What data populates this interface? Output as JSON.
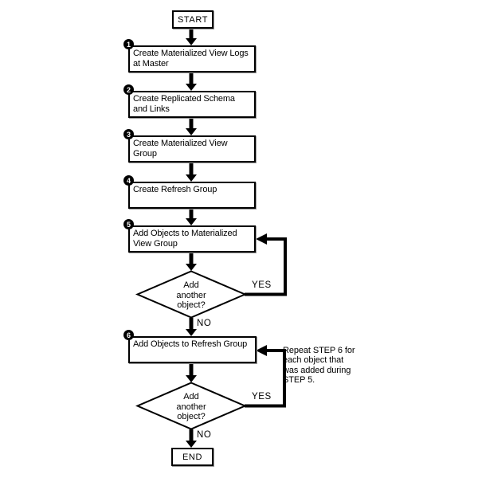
{
  "diagram": {
    "start": {
      "label": "START"
    },
    "end": {
      "label": "END"
    },
    "steps": [
      {
        "number": "1",
        "lines": [
          "Create Materialized View Logs",
          "at Master"
        ]
      },
      {
        "number": "2",
        "lines": [
          "Create Replicated Schema",
          "and Links"
        ]
      },
      {
        "number": "3",
        "lines": [
          "Create Materialized View Group"
        ]
      },
      {
        "number": "4",
        "lines": [
          "Create Refresh Group"
        ]
      },
      {
        "number": "5",
        "lines": [
          "Add Objects to Materialized",
          "View Group"
        ]
      },
      {
        "number": "6",
        "lines": [
          "Add Objects to Refresh Group"
        ]
      }
    ],
    "decisions": [
      {
        "lines": [
          "Add",
          "another",
          "object?"
        ],
        "yes_label": "YES",
        "no_label": "NO"
      },
      {
        "lines": [
          "Add",
          "another",
          "object?"
        ],
        "yes_label": "YES",
        "no_label": "NO"
      }
    ],
    "annotation_lines": [
      "Repeat STEP 6 for",
      "each object that",
      "was added during",
      "STEP 5."
    ],
    "colors": {
      "line": "#000000",
      "box_fill": "#ffffff",
      "background": "#ffffff",
      "badge_bg": "#000000",
      "badge_text": "#ffffff"
    }
  }
}
